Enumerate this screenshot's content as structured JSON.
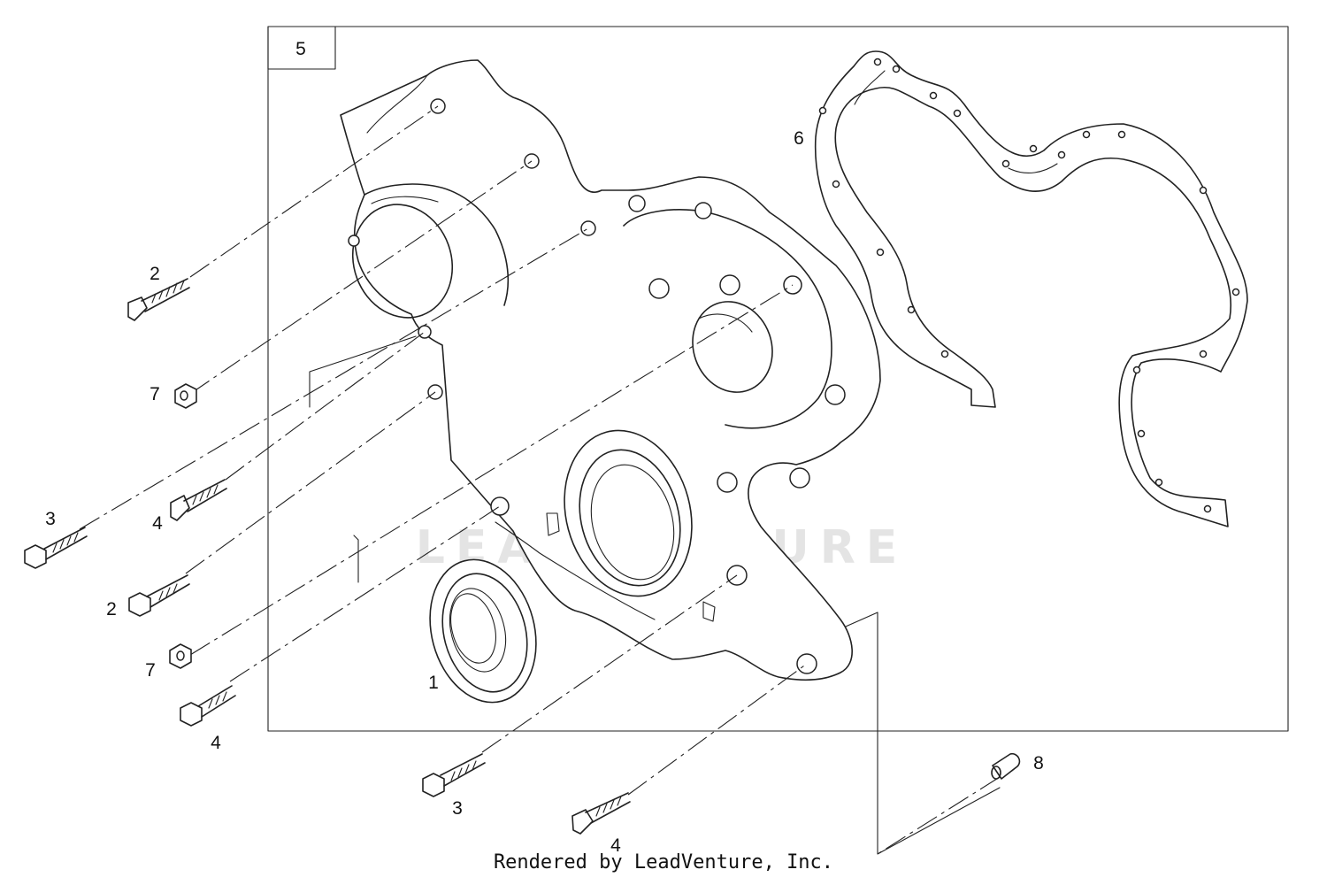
{
  "watermark": {
    "text": "LEADVENTURE"
  },
  "frame": {
    "label": "5"
  },
  "callouts": {
    "c1": "1",
    "c2a": "2",
    "c2b": "2",
    "c3a": "3",
    "c3b": "3",
    "c4a": "4",
    "c4b": "4",
    "c4c": "4",
    "c5": "5",
    "c6": "6",
    "c7a": "7",
    "c7b": "7",
    "c8": "8"
  },
  "footer": {
    "text": "Rendered by LeadVenture, Inc."
  }
}
